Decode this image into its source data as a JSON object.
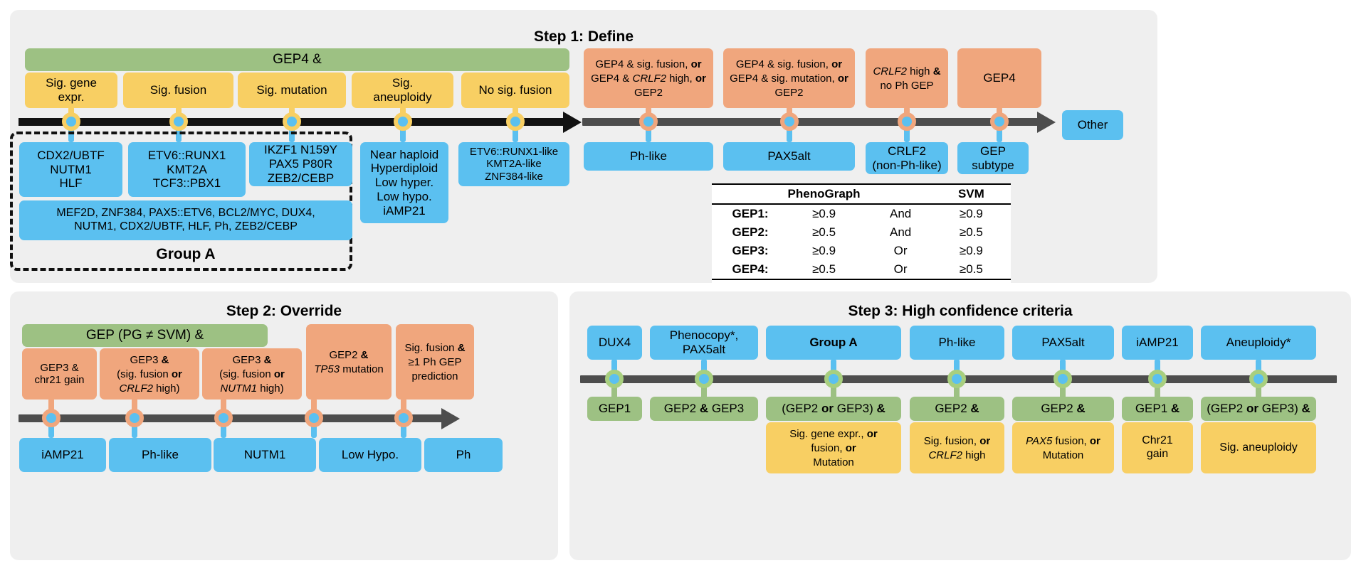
{
  "steps": {
    "step1": {
      "title": "Step 1: Define",
      "green_bar": "GEP4 &",
      "criteria_yellow": [
        "Sig. gene\nexpr.",
        "Sig. fusion",
        "Sig. mutation",
        "Sig.\naneuploidy",
        "No sig. fusion"
      ],
      "criteria_orange": [
        "GEP4 & sig. fusion, or\nGEP4 & CRLF2 high, or\nGEP2",
        "GEP4 & sig. fusion, or\nGEP4 & sig. mutation, or\nGEP2",
        "CRLF2 high &\nno Ph GEP",
        "GEP4"
      ],
      "outcomes_blue_left": [
        "CDX2/UBTF\nNUTM1\nHLF",
        "ETV6::RUNX1\nKMT2A\nTCF3::PBX1",
        "IKZF1 N159Y\nPAX5 P80R\nZEB2/CEBP",
        "Near haploid\nHyperdiploid\nLow hyper.\nLow hypo.\niAMP21",
        "ETV6::RUNX1-like\nKMT2A-like\nZNF384-like"
      ],
      "group_a_wide": "MEF2D, ZNF384, PAX5::ETV6, BCL2/MYC, DUX4,\nNUTM1, CDX2/UBTF, HLF, Ph, ZEB2/CEBP",
      "group_a_label": "Group A",
      "outcomes_blue_right": [
        "Ph-like",
        "PAX5alt",
        "CRLF2\n(non-Ph-like)",
        "GEP\nsubtype"
      ],
      "other_label": "Other"
    },
    "step2": {
      "title": "Step 2: Override",
      "green_bar": "GEP (PG ≠ SVM) &",
      "criteria_orange": [
        "GEP3 &\nchr21 gain",
        "GEP3 &\n(sig. fusion or\nCRLF2 high)",
        "GEP3 &\n(sig. fusion or\nNUTM1 high)",
        "GEP2 &\nTP53 mutation",
        "Sig. fusion &\n≥1 Ph GEP\nprediction"
      ],
      "outcomes_blue": [
        "iAMP21",
        "Ph-like",
        "NUTM1",
        "Low Hypo.",
        "Ph"
      ]
    },
    "step3": {
      "title": "Step 3: High confidence criteria",
      "subtypes_blue": [
        "DUX4",
        "Phenocopy*,\nPAX5alt",
        "Group A",
        "Ph-like",
        "PAX5alt",
        "iAMP21",
        "Aneuploidy*"
      ],
      "criteria_green": [
        "GEP1",
        "GEP2 & GEP3",
        "(GEP2 or GEP3) &",
        "GEP2 &",
        "GEP2 &",
        "GEP1 &",
        "(GEP2 or GEP3) &"
      ],
      "criteria_yellow": [
        "",
        "",
        "Sig. gene expr., or\nfusion, or\nMutation",
        "Sig. fusion, or\nCRLF2 high",
        "PAX5 fusion, or\nMutation",
        "Chr21\ngain",
        "Sig. aneuploidy"
      ]
    }
  },
  "gep_table": {
    "columns": [
      "",
      "PhenoGraph",
      "",
      "SVM"
    ],
    "rows": [
      {
        "label": "GEP1:",
        "pg": "≥0.9",
        "op": "And",
        "svm": "≥0.9"
      },
      {
        "label": "GEP2:",
        "pg": "≥0.5",
        "op": "And",
        "svm": "≥0.5"
      },
      {
        "label": "GEP3:",
        "pg": "≥0.9",
        "op": "Or",
        "svm": "≥0.9"
      },
      {
        "label": "GEP4:",
        "pg": "≥0.5",
        "op": "Or",
        "svm": "≥0.5"
      }
    ]
  },
  "colors": {
    "green": "#9dc183",
    "yellow": "#f8cf63",
    "orange": "#f0a67d",
    "blue": "#5bc0f0",
    "panel": "#efefef",
    "axis_grey": "#4d4d4d",
    "axis_black": "#121212"
  }
}
